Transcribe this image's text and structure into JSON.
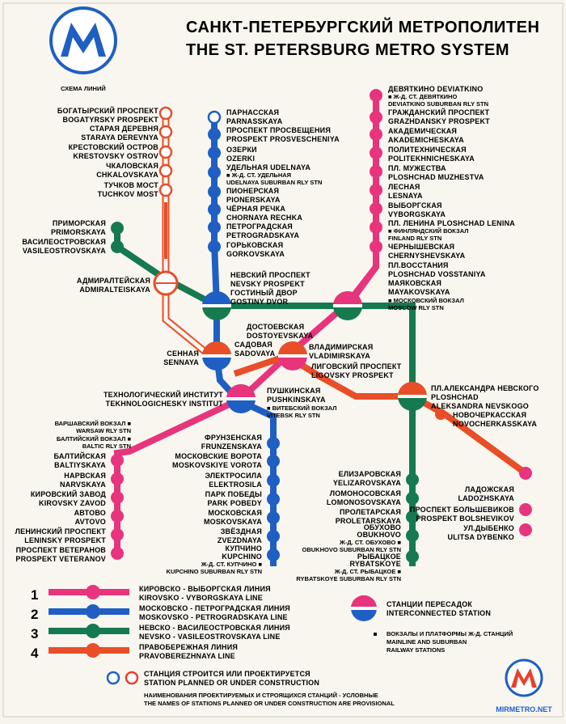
{
  "title": {
    "ru": "САНКТ-ПЕТЕРБУРГСКИЙ МЕТРОПОЛИТЕН",
    "en": "THE ST. PETERSBURG METRO SYSTEM"
  },
  "schema_heading": "СХЕМА ЛИНИЙ",
  "logo": {
    "icon": "metro-m-logo",
    "letter": "M"
  },
  "colors": {
    "line1": "#e8347c",
    "line2": "#1f5fc4",
    "line3": "#157a4f",
    "line4": "#e84e28",
    "hollow_red": "#e8402a",
    "hollow_blue": "#1f5fc4"
  },
  "stations": {
    "bogatyrsky": [
      "БОГАТЫРСКИЙ ПРОСПЕКТ",
      "BOGATYRSKY PROSPEKT"
    ],
    "staraya": [
      "СТАРАЯ ДЕРЕВНЯ",
      "STARAYA DEREVNYA"
    ],
    "krestovsky": [
      "КРЕСТОВСКИЙ ОСТРОВ",
      "KRESTOVSKY OSTROV"
    ],
    "chkalovskaya": [
      "ЧКАЛОВСКАЯ",
      "CHKALOVSKAYA"
    ],
    "tuchkov": [
      "ТУЧКОВ МОСТ",
      "TUCHKOV MOST"
    ],
    "primorskaya": [
      "ПРИМОРСКАЯ",
      "PRIMORSKAYA"
    ],
    "vasileostrovskaya": [
      "ВАСИЛЕОСТРОВСКАЯ",
      "VASILEOSTROVSKAYA"
    ],
    "admiralteiskaya": [
      "АДМИРАЛТЕЙСКАЯ",
      "ADMIRALTEISKAYA"
    ],
    "parnasskaya": [
      "ПАРНАССКАЯ",
      "PARNASSKAYA"
    ],
    "prosveshcheniya": [
      "ПРОСПЕКТ ПРОСВЕЩЕНИЯ",
      "PROSPEKT PROSVESCHENIYA"
    ],
    "ozerki": [
      "ОЗЕРКИ",
      "OZERKI"
    ],
    "udelnaya": [
      "УДЕЛЬНАЯ UDELNAYA",
      "■ Ж-Д. СТ. УДЕЛЬНАЯ",
      "UDELNAYA SUBURBAN RLY STN"
    ],
    "pionerskaya": [
      "ПИОНЕРСКАЯ",
      "PIONERSKAYA"
    ],
    "chornaya": [
      "ЧЁРНАЯ РЕЧКА",
      "CHORNAYA RECHKA"
    ],
    "petrogradskaya": [
      "ПЕТРОГРАДСКАЯ",
      "PETROGRADSKAYA"
    ],
    "gorkovskaya": [
      "ГОРЬКОВСКАЯ",
      "GORKOVSKAYA"
    ],
    "nevsky": [
      "НЕВСКИЙ ПРОСПЕКТ",
      "NEVSKY PROSPEKT",
      "ГОСТИНЫЙ ДВОР",
      "GOSTINY DVOR"
    ],
    "dostoyevskaya": [
      "ДОСТОЕВСКАЯ",
      "DOSTOYEVSKAYA"
    ],
    "sadovaya": [
      "САДОВАЯ",
      "SADOVAYA"
    ],
    "sennaya": [
      "СЕННАЯ",
      "SENNAYA"
    ],
    "vladimirskaya": [
      "ВЛАДИМИРСКАЯ",
      "VLADIMIRSKAYA"
    ],
    "ligovsky": [
      "ЛИГОВСКИЙ ПРОСПЕКТ",
      "LIGOVSKY PROSPEKT"
    ],
    "pushkinskaya": [
      "ПУШКИНСКАЯ",
      "PUSHKINSKAYA",
      "■ ВИТЕБСКИЙ ВОКЗАЛ",
      "VITEBSK RLY STN"
    ],
    "tekhnolog": [
      "ТЕХНОЛОГИЧЕСКИЙ ИНСТИТУТ",
      "TEKHNOLOGICHESKY INSTITUT"
    ],
    "warsaw": [
      "ВАРШАВСКИЙ ВОКЗАЛ ■",
      "WARSAW RLY STN",
      "БАЛТИЙСКИЙ ВОКЗАЛ ■",
      "BALTIC RLY STN"
    ],
    "baltiyskaya": [
      "БАЛТИЙСКАЯ",
      "BALTIYSKAYA"
    ],
    "narvskaya": [
      "НАРВСКАЯ",
      "NARVSKAYA"
    ],
    "kirovsky": [
      "КИРОВСКИЙ ЗАВОД",
      "KIROVSKY ZAVOD"
    ],
    "avtovo": [
      "АВТОВО",
      "AVTOVO"
    ],
    "leninsky": [
      "ЛЕНИНСКИЙ ПРОСПЕКТ",
      "LENINSKY PROSPEKT"
    ],
    "veteranov": [
      "ПРОСПЕКТ ВЕТЕРАНОВ",
      "PROSPEKT VETERANOV"
    ],
    "frunzenskaya": [
      "ФРУНЗЕНСКАЯ",
      "FRUNZENSKAYA"
    ],
    "moskovskiye": [
      "МОСКОВСКИЕ ВОРОТА",
      "MOSKOVSKIYE VOROTA"
    ],
    "elektrosila": [
      "ЭЛЕКТРОСИЛА",
      "ELEKTROSILA"
    ],
    "park": [
      "ПАРК ПОБЕДЫ",
      "PARK POBEDY"
    ],
    "moskovskaya": [
      "МОСКОВСКАЯ",
      "MOSKOVSKAYA"
    ],
    "zvezdnaya": [
      "ЗВЁЗДНАЯ",
      "ZVEZDNAYA"
    ],
    "kupchino": [
      "КУПЧИНО",
      "KUPCHINO",
      "Ж-Д. СТ. КУПЧИНО ■",
      "KUPCHINO SUBURBAN RLY STN"
    ],
    "devyatkino": [
      "ДЕВЯТКИНО DEVIATKINO",
      "■ Ж-Д. СТ. ДЕВЯТКИНО",
      "DEVIATKINO SUBURBAN RLY STN"
    ],
    "grazhdansky": [
      "ГРАЖДАНСКИЙ ПРОСПЕКТ",
      "GRAZHDANSKY PROSPEKT"
    ],
    "akademicheskaya": [
      "АКАДЕМИЧЕСКАЯ",
      "AKADEMICHESKAYA"
    ],
    "politekh": [
      "ПОЛИТЕХНИЧЕСКАЯ",
      "POLITEKHNICHESKAYA"
    ],
    "muzhestva": [
      "ПЛ. МУЖЕСТВА",
      "PLOSHCHAD MUZHESTVA"
    ],
    "lesnaya": [
      "ЛЕСНАЯ",
      "LESNAYA"
    ],
    "vyborgskaya": [
      "ВЫБОРГСКАЯ",
      "VYBORGSKAYA"
    ],
    "lenina": [
      "ПЛ. ЛЕНИНА  PLOSHCHAD LENINA",
      "■ ФИНЛЯНДСКИЙ ВОКЗАЛ",
      "FINLAND RLY STN"
    ],
    "chernyshevskaya": [
      "ЧЕРНЫШЕВСКАЯ",
      "CHERNYSHEVSKAYA"
    ],
    "vosstaniya": [
      "ПЛ.ВОССТАНИЯ",
      "PLOSHCHAD VOSSTANIYA",
      "МАЯКОВСКАЯ",
      "MAYAKOVSKAYA",
      "■ МОСКОВСКИЙ ВОКЗАЛ",
      "MOSCOW RLY STN"
    ],
    "nevskogo": [
      "ПЛ.АЛЕКСАНДРА НЕВСКОГО",
      "PLOSHCHAD",
      "ALEKSANDRA NEVSKOGO"
    ],
    "novocherkasskaya": [
      "НОВОЧЕРКАССКАЯ",
      "NOVOCHERKASSKAYA"
    ],
    "yelizarovskaya": [
      "ЕЛИЗАРОВСКАЯ",
      "YELIZAROVSKAYA"
    ],
    "lomonosovskaya": [
      "ЛОМОНОСОВСКАЯ",
      "LOMONOSOVSKAYA"
    ],
    "proletarskaya": [
      "ПРОЛЕТАРСКАЯ",
      "PROLETARSKAYA"
    ],
    "obukhovo": [
      "ОБУХОВО",
      "OBUKHOVO",
      "Ж-Д. СТ. ОБУХОВО ■",
      "OBUKHOVO SUBURBAN RLY STN"
    ],
    "rybatskoye": [
      "РЫБАЦКОЕ",
      "RYBATSKOYE",
      "Ж-Д. СТ. РЫБАЦКОЕ ■",
      "RYBATSKOYE SUBURBAN RLY STN"
    ],
    "ladozhskaya": [
      "ЛАДОЖСКАЯ",
      "LADOZHSKAYA"
    ],
    "bolshevikov": [
      "ПРОСПЕКТ  БОЛЬШЕВИКОВ",
      "PROSPEKT BOLSHEVIKOV"
    ],
    "dybenko": [
      "УЛ.ДЫБЕНКО",
      "ULITSA DYBENKO"
    ]
  },
  "legend": {
    "lines": [
      {
        "num": "1",
        "ru": "КИРОВСКО - ВЫБОРГСКАЯ ЛИНИЯ",
        "en": "KIROVSKO - VYBORGSKAYA LINE"
      },
      {
        "num": "2",
        "ru": "МОСКОВСКО - ПЕТРОГРАДСКАЯ ЛИНИЯ",
        "en": "MOSKOVSKO - PETROGRADSKAYA LINE"
      },
      {
        "num": "3",
        "ru": "НЕВСКО - ВАСИЛЕОСТРОВСКАЯ ЛИНИЯ",
        "en": "NEVSKO - VASILEOSTROVSKAYA LINE"
      },
      {
        "num": "4",
        "ru": "ПРАВОБЕРЕЖНАЯ ЛИНИЯ",
        "en": "PRAVOBEREZHNAYA LINE"
      }
    ],
    "interconnected": [
      "СТАНЦИИ ПЕРЕСАДОК",
      "INTERCONNECTED STATION"
    ],
    "railway": [
      "ВОКЗАЛЫ И ПЛАТФОРМЫ  Ж-Д. СТАНЦИЙ",
      "MAINLINE AND SUBURBAN",
      "RAILWAY STATIONS"
    ],
    "planned": [
      "СТАНЦИЯ СТРОИТСЯ ИЛИ ПРОЕКТИРУЕТСЯ",
      "STATION PLANNED OR UNDER CONSTRUCTION"
    ],
    "provisional": [
      "НАИМЕНОВАНИЯ ПРОЕКТИРУЕМЫХ И СТРОЯЩИХСЯ СТАНЦИЙ - УСЛОВНЫЕ",
      "THE NAMES OF STATIONS PLANNED OR UNDER CONSTRUCTION  ARE PROVISIONAL"
    ]
  },
  "watermark": {
    "icon": "mirmetro-logo",
    "text": "MIRMETRO.NET"
  }
}
